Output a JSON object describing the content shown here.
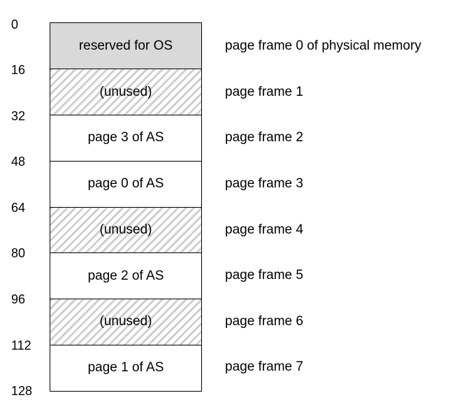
{
  "addresses": [
    "0",
    "16",
    "32",
    "48",
    "64",
    "80",
    "96",
    "112",
    "128"
  ],
  "frames": [
    {
      "content": "reserved for OS",
      "kind": "reserved",
      "label": "page frame 0 of physical memory"
    },
    {
      "content": "(unused)",
      "kind": "unused",
      "label": "page frame 1"
    },
    {
      "content": "page 3 of AS",
      "kind": "used",
      "label": "page frame 2"
    },
    {
      "content": "page 0 of AS",
      "kind": "used",
      "label": "page frame 3"
    },
    {
      "content": "(unused)",
      "kind": "unused",
      "label": "page frame 4"
    },
    {
      "content": "page 2 of AS",
      "kind": "used",
      "label": "page frame 5"
    },
    {
      "content": "(unused)",
      "kind": "unused",
      "label": "page frame 6"
    },
    {
      "content": "page 1 of AS",
      "kind": "used",
      "label": "page frame 7"
    }
  ],
  "colors": {
    "reserved_fill": "#d9d9d9",
    "unused_hatch": "#cfcfcf",
    "border": "#000000"
  }
}
